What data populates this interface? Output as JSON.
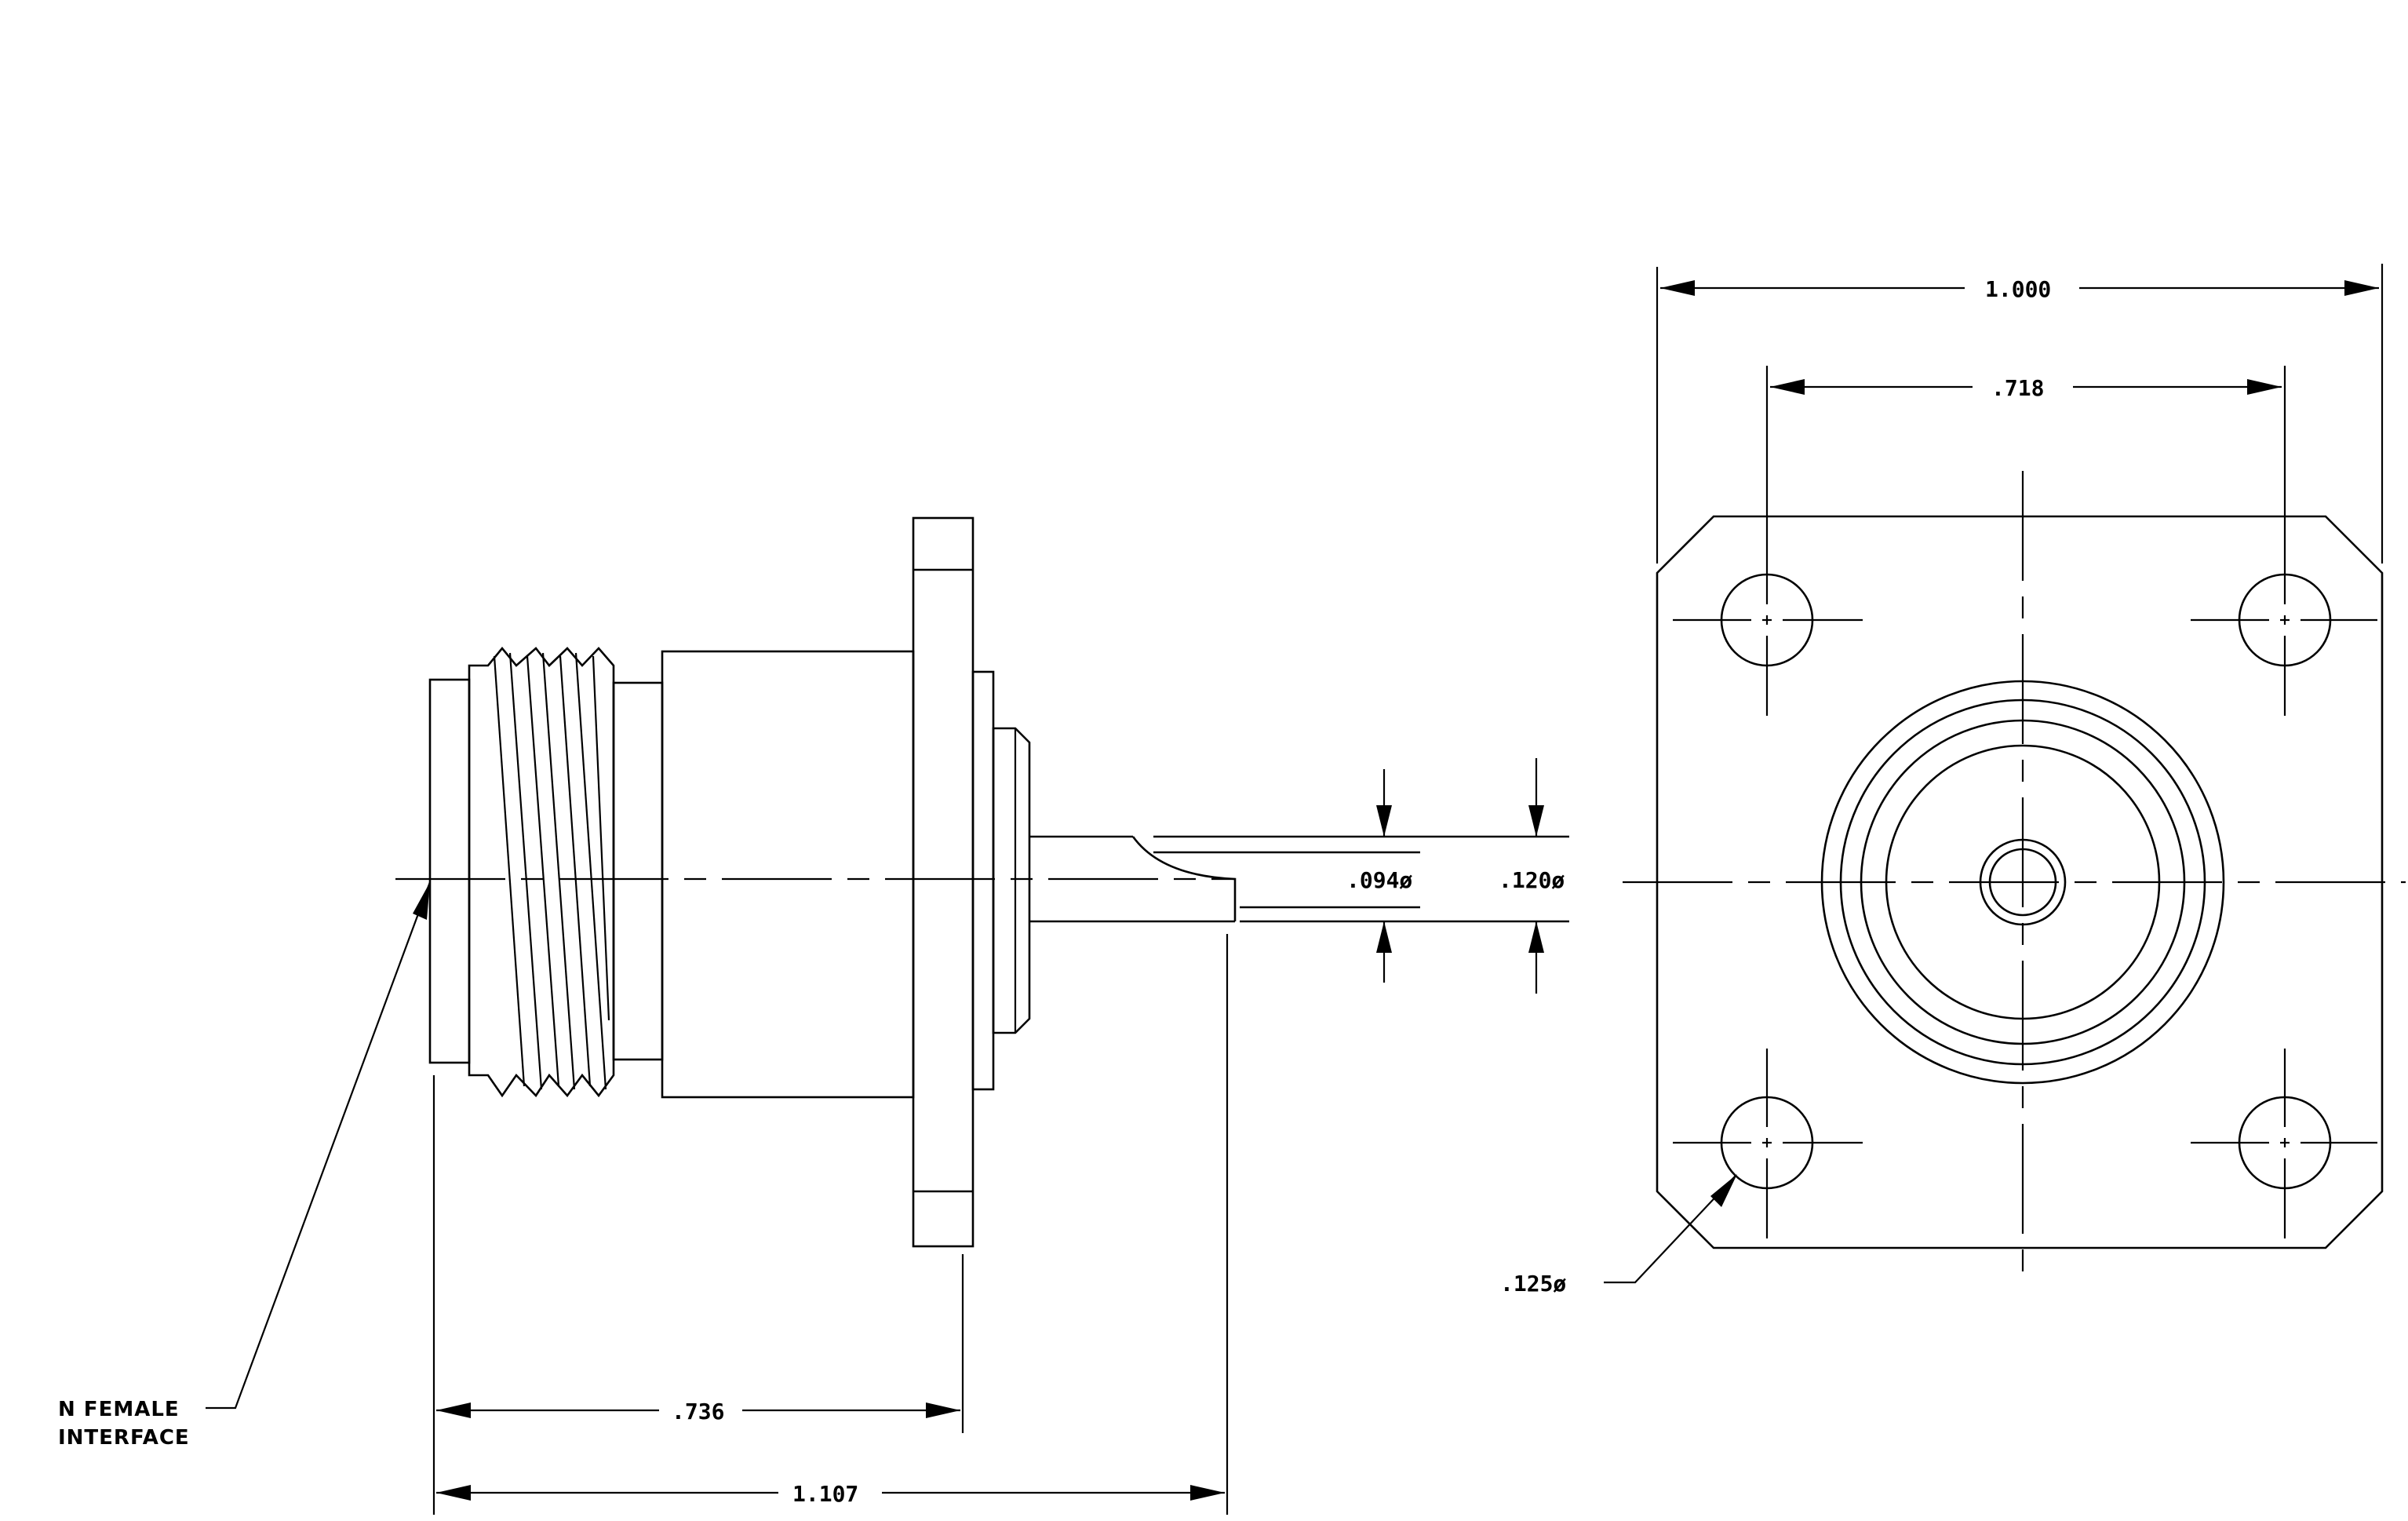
{
  "dimensions": {
    "body_length": ".736",
    "overall_length": "1.107",
    "pin_diameter": ".094ø",
    "insulator_diameter": ".120ø",
    "flange_width": "1.000",
    "hole_spacing": ".718",
    "hole_diameter": ".125ø"
  },
  "callouts": {
    "interface_line1": "N  FEMALE",
    "interface_line2": "INTERFACE"
  }
}
